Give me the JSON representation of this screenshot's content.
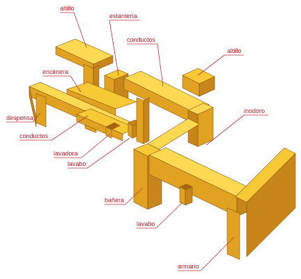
{
  "labels": {
    "altillo_1": "altillo",
    "estanteria": "estantería",
    "conductos_1": "conductos",
    "altillo_2": "altillo",
    "encimera": "encimera",
    "inodoro": "inodoro",
    "despensa": "despensa",
    "conductos_2": "conductos",
    "lavadora": "lavadora",
    "lavabo_1": "lavabo",
    "banera": "bañera",
    "lavabo_2": "lavabo",
    "armario": "armario"
  },
  "colors": {
    "label_text": "#b0202a",
    "leader_line": "#c0303a",
    "wood_top": "#f7c935",
    "wood_front": "#e0a220",
    "wood_side": "#c7851a"
  }
}
